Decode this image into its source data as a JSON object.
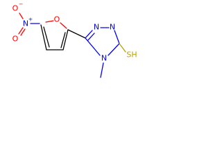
{
  "molecule": {
    "atoms": {
      "nitro_o_upper": "O",
      "nitro_n": "N",
      "nitro_o_lower": "O",
      "furan_o": "O",
      "triazole_n1": "N",
      "triazole_n2": "N",
      "triazole_n4": "N",
      "thiol_sh": "SH"
    },
    "charges": {
      "nitro_o_upper": "−",
      "nitro_n": "+"
    },
    "colors": {
      "oxygen": "#ff0000",
      "nitrogen": "#0000ff",
      "sulfur": "#b8a000",
      "carbon_bond": "#000000"
    }
  }
}
